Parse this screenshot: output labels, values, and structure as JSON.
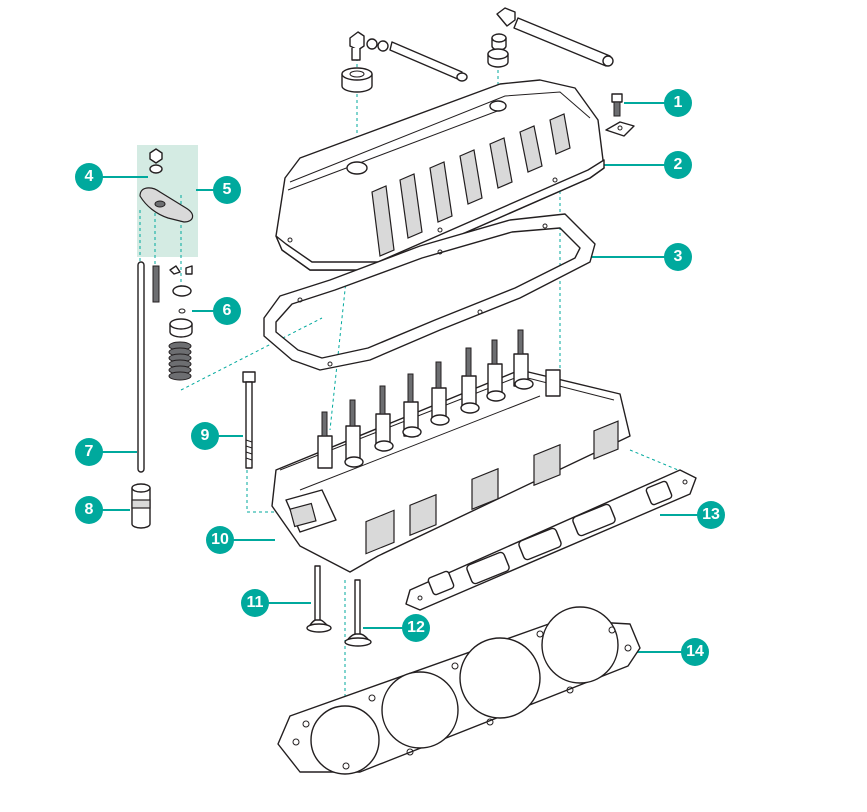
{
  "colors": {
    "accent": "#00a99d",
    "highlight": "#d4ebe3",
    "ink": "#231f20"
  },
  "callouts": [
    {
      "label": "1"
    },
    {
      "label": "2"
    },
    {
      "label": "3"
    },
    {
      "label": "4"
    },
    {
      "label": "5"
    },
    {
      "label": "6"
    },
    {
      "label": "7"
    },
    {
      "label": "8"
    },
    {
      "label": "9"
    },
    {
      "label": "10"
    },
    {
      "label": "11"
    },
    {
      "label": "12"
    },
    {
      "label": "13"
    },
    {
      "label": "14"
    }
  ]
}
